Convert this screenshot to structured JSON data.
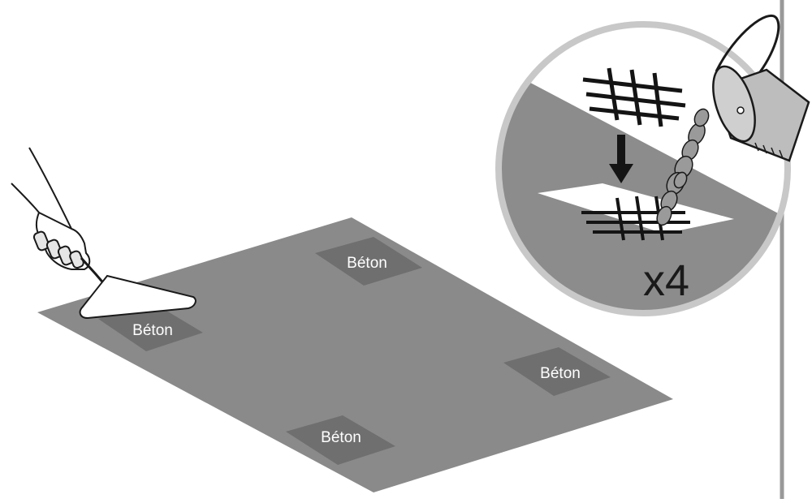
{
  "figure": {
    "colors": {
      "slab": "#8a8a8a",
      "pad": "#6f6f6f",
      "zoom_circle_fill": "#8c8c8c",
      "zoom_circle_border": "#c8c8c8",
      "mesh": "#141414",
      "outline": "#1a1a1a",
      "border_line": "#999999"
    },
    "pads": [
      {
        "label": "Béton"
      },
      {
        "label": "Béton"
      },
      {
        "label": "Béton"
      },
      {
        "label": "Béton"
      }
    ],
    "detail": {
      "multiplier": "x4"
    },
    "icons": [
      "trowel-icon",
      "hand-icon",
      "bucket-icon",
      "down-arrow-icon",
      "rebar-mesh-icon"
    ]
  }
}
